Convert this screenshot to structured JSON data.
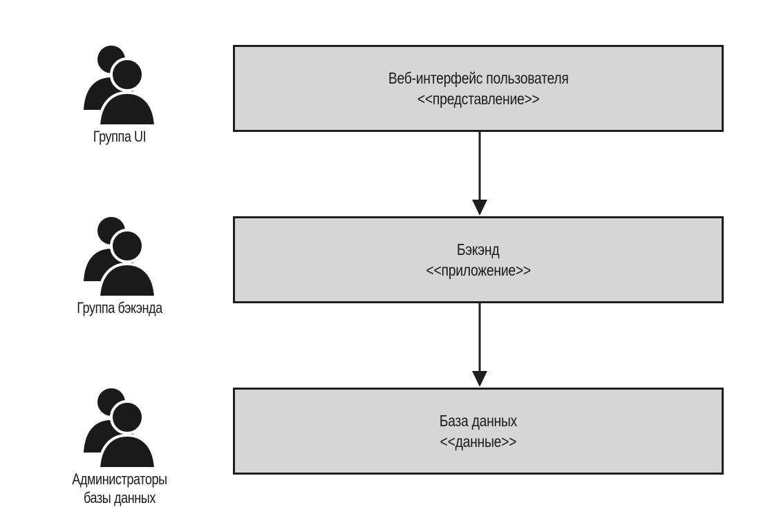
{
  "diagram": {
    "teams": [
      {
        "label_lines": [
          "Группа UI"
        ],
        "icon": "people-group-icon"
      },
      {
        "label_lines": [
          "Группа бэкэнда"
        ],
        "icon": "people-group-icon"
      },
      {
        "label_lines": [
          "Администраторы",
          "базы данных"
        ],
        "icon": "people-group-icon"
      }
    ],
    "layers": [
      {
        "name": "Веб-интерфейс пользователя",
        "stereotype": "<<представление>>"
      },
      {
        "name": "Бэкэнд",
        "stereotype": "<<приложение>>"
      },
      {
        "name": "База данных",
        "stereotype": "<<данные>>"
      }
    ],
    "colors": {
      "box_fill": "#d6d6d6",
      "stroke": "#1e1e1e",
      "icon": "#1a1a1a"
    }
  }
}
